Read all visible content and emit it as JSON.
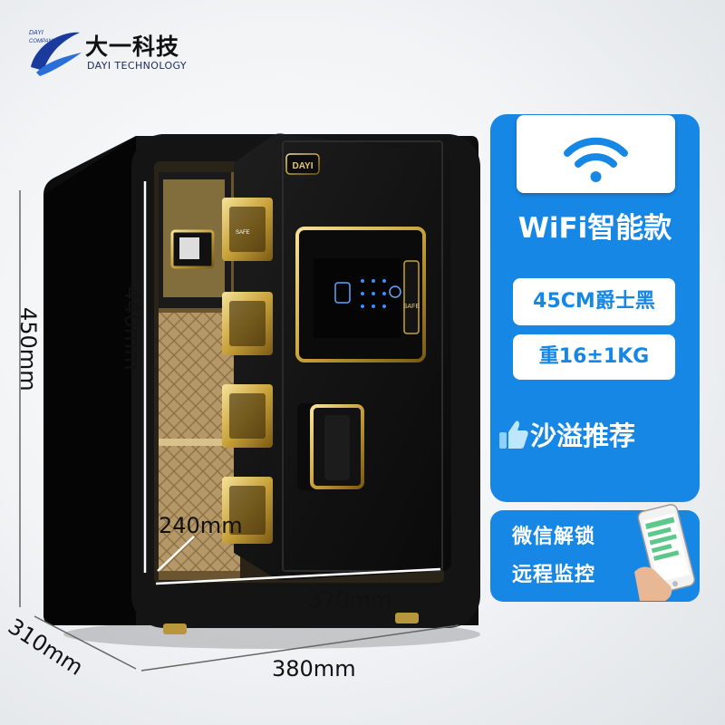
{
  "brand": {
    "name_cn": "大一科技",
    "name_en": "DAYI TECHNOLOGY",
    "mark_text_top": "DAYI",
    "mark_text_bottom": "COMPANY"
  },
  "safe": {
    "door_badge": "DAYI",
    "keypad_label": "SAFE",
    "bolt_label": "SAFE"
  },
  "dimensions": {
    "height_outer": "450mm",
    "height_inner": "440mm",
    "depth_inner": "240mm",
    "width_inner": "370mm",
    "depth_outer": "310mm",
    "width_outer": "380mm"
  },
  "panel": {
    "title": "WiFi智能款",
    "model": "45CM爵士黑",
    "weight": "重16±1KG",
    "recommend": "沙溢推荐",
    "features": [
      "微信解锁",
      "远程监控"
    ],
    "wifi_icon": "wifi-icon",
    "thumb_icon": "thumbs-up-icon",
    "phone_icon": "smartphone-icon"
  },
  "colors": {
    "accent": "#1787e6",
    "safe_body": "#151515",
    "gold": "#c9a23a"
  }
}
